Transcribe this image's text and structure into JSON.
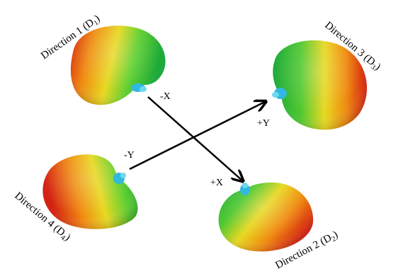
{
  "directions": {
    "d1": {
      "text": "Direction 1 (D",
      "sub": "1",
      "close": ")"
    },
    "d2": {
      "text": "Direction 2 (D",
      "sub": "2",
      "close": ")"
    },
    "d3": {
      "text": "Direction 3 (D",
      "sub": "3",
      "close": ")"
    },
    "d4": {
      "text": "Direction 4 (D",
      "sub": "4",
      "close": ")"
    }
  },
  "axes": {
    "neg_x": "-X",
    "pos_x": "+X",
    "neg_y": "-Y",
    "pos_y": "+Y"
  },
  "colors": {
    "red": "#e02818",
    "orange": "#f08a10",
    "yellow": "#e8d820",
    "green": "#30c030",
    "cyan": "#30b8e0",
    "arrow": "#000000"
  }
}
